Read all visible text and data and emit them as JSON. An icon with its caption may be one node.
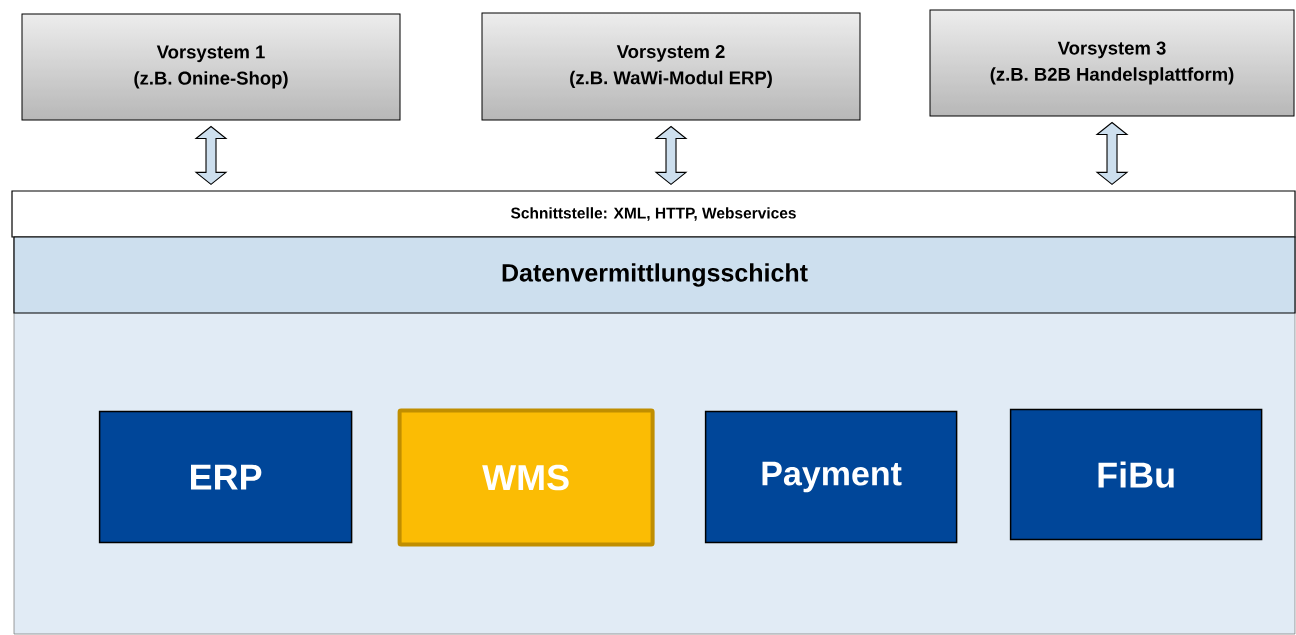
{
  "diagram": {
    "nodes": [
      {
        "text": [
          "Vorsystem 1",
          "(z.B. Onine-Shop)"
        ]
      },
      {
        "text": [
          "Vorsystem 2",
          "(z.B. WaWi-Modul ERP)"
        ]
      },
      {
        "text": [
          "Vorsystem 3",
          "(z.B. B2B Handelsplattform)"
        ]
      },
      {
        "text": [
          "Schnittstelle: XML, HTTP, Webservices"
        ]
      },
      {
        "text": [
          "Datenvermittlungsschicht"
        ]
      },
      {
        "text": [
          "ERP"
        ],
        "in": 4
      },
      {
        "text": [
          "WMS"
        ],
        "in": 4
      },
      {
        "text": [
          "Payment"
        ],
        "in": 4
      },
      {
        "text": [
          "FiBu"
        ],
        "in": 4
      }
    ],
    "edges": [
      {
        "from": 0,
        "to": 3,
        "arrow": "both"
      },
      {
        "from": 1,
        "to": 3,
        "arrow": "both"
      },
      {
        "from": 2,
        "to": 3,
        "arrow": "both"
      }
    ]
  }
}
